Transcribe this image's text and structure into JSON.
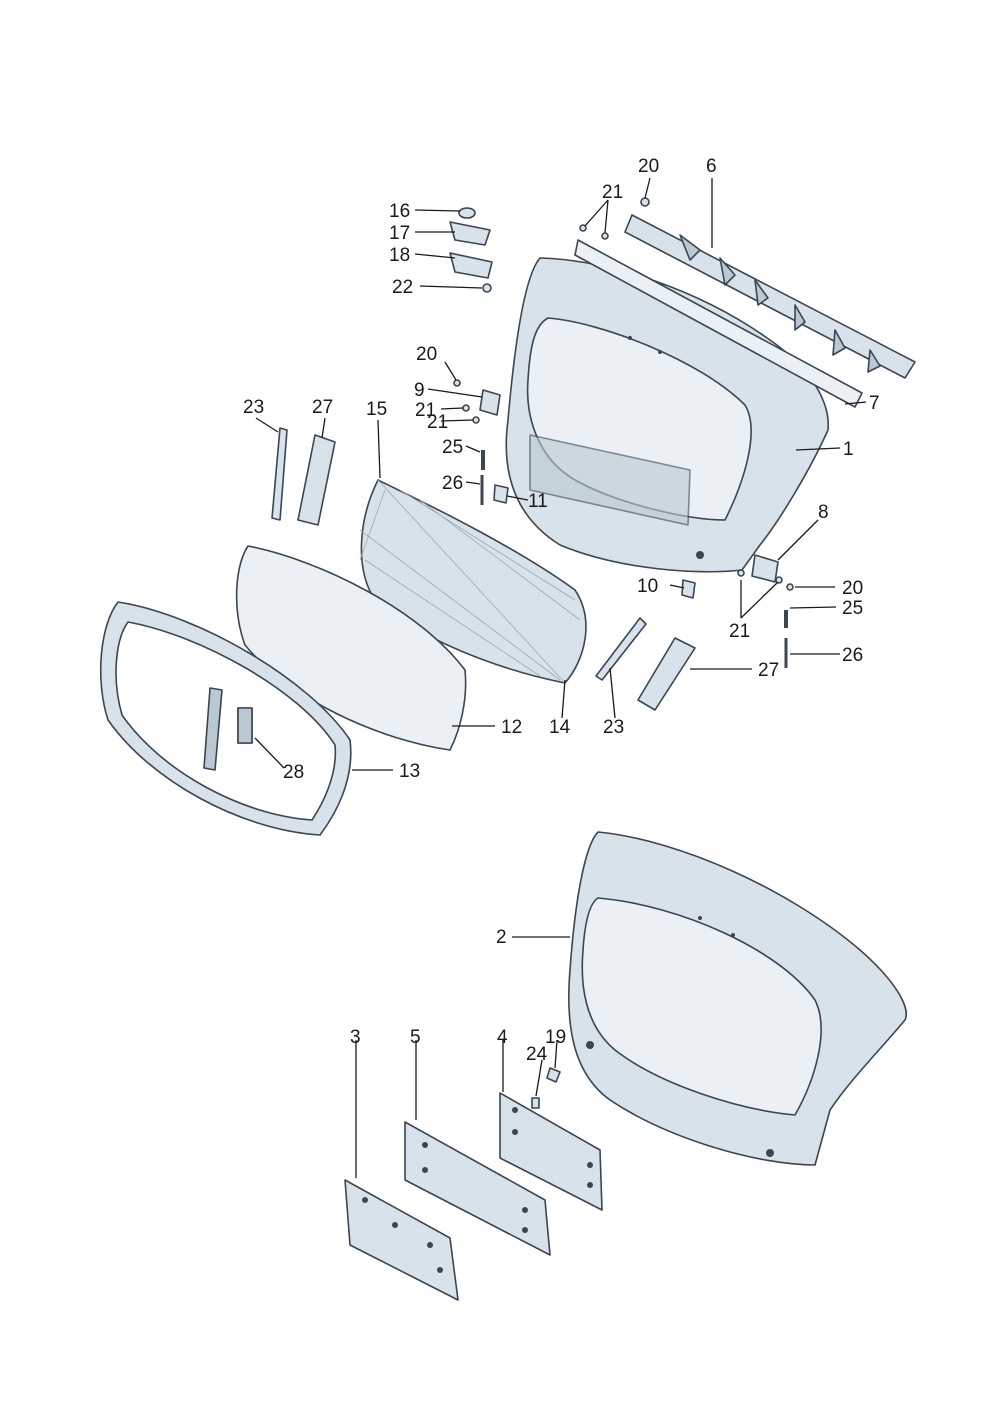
{
  "callouts": [
    {
      "id": "c1",
      "text": "1"
    },
    {
      "id": "c2",
      "text": "2"
    },
    {
      "id": "c3",
      "text": "3"
    },
    {
      "id": "c4",
      "text": "4"
    },
    {
      "id": "c5",
      "text": "5"
    },
    {
      "id": "c6",
      "text": "6"
    },
    {
      "id": "c7",
      "text": "7"
    },
    {
      "id": "c8",
      "text": "8"
    },
    {
      "id": "c9",
      "text": "9"
    },
    {
      "id": "c10",
      "text": "10"
    },
    {
      "id": "c11",
      "text": "11"
    },
    {
      "id": "c12",
      "text": "12"
    },
    {
      "id": "c13",
      "text": "13"
    },
    {
      "id": "c14",
      "text": "14"
    },
    {
      "id": "c15",
      "text": "15"
    },
    {
      "id": "c16",
      "text": "16"
    },
    {
      "id": "c17",
      "text": "17"
    },
    {
      "id": "c18",
      "text": "18"
    },
    {
      "id": "c19",
      "text": "19"
    },
    {
      "id": "c20a",
      "text": "20"
    },
    {
      "id": "c20b",
      "text": "20"
    },
    {
      "id": "c20c",
      "text": "20"
    },
    {
      "id": "c21a",
      "text": "21"
    },
    {
      "id": "c21b",
      "text": "21"
    },
    {
      "id": "c21c",
      "text": "21"
    },
    {
      "id": "c21d",
      "text": "21"
    },
    {
      "id": "c22",
      "text": "22"
    },
    {
      "id": "c23a",
      "text": "23"
    },
    {
      "id": "c23b",
      "text": "23"
    },
    {
      "id": "c24",
      "text": "24"
    },
    {
      "id": "c25a",
      "text": "25"
    },
    {
      "id": "c25b",
      "text": "25"
    },
    {
      "id": "c26a",
      "text": "26"
    },
    {
      "id": "c26b",
      "text": "26"
    },
    {
      "id": "c27a",
      "text": "27"
    },
    {
      "id": "c27b",
      "text": "27"
    },
    {
      "id": "c28",
      "text": "28"
    }
  ],
  "colors": {
    "part_fill": "#d7e2ea",
    "part_stroke": "#3a4652",
    "label": "#1a1a1a"
  }
}
